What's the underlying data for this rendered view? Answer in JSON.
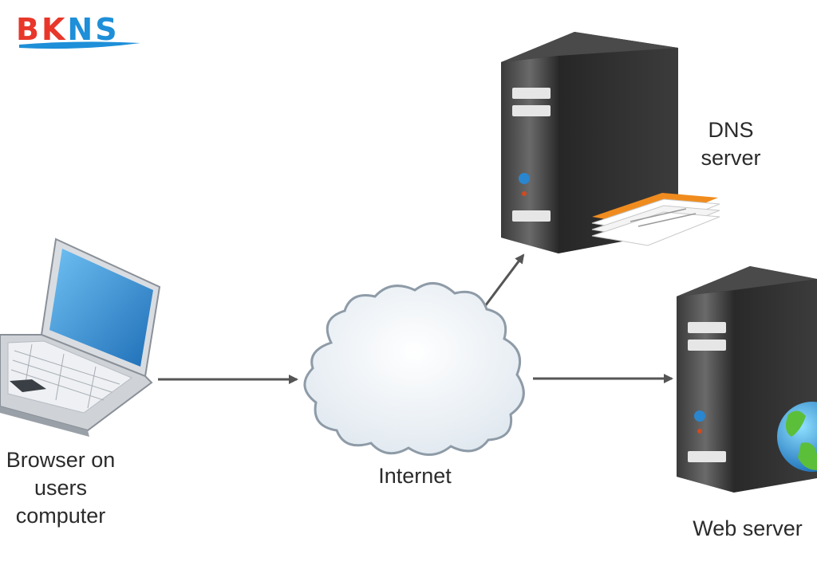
{
  "logo": {
    "letters": [
      {
        "text": "BK",
        "color": "#e8372a"
      },
      {
        "text": "NS",
        "color": "#1e8fd8"
      }
    ]
  },
  "nodes": {
    "dns_server": {
      "line1": "DNS",
      "line2": "server"
    },
    "browser": {
      "line1": "Browser on",
      "line2": "users",
      "line3": "computer"
    },
    "internet": {
      "label": "Internet"
    },
    "web_server": {
      "label": "Web server"
    }
  },
  "colors": {
    "arrow": "#555555",
    "cloud_fill": "#eef3f7",
    "cloud_stroke": "#9aa7b3",
    "server_dark": "#2c2c2c",
    "screen_blue": "#2a86cf"
  },
  "icons": [
    "laptop-icon",
    "cloud-icon",
    "server-icon",
    "document-stack-icon",
    "globe-icon"
  ]
}
